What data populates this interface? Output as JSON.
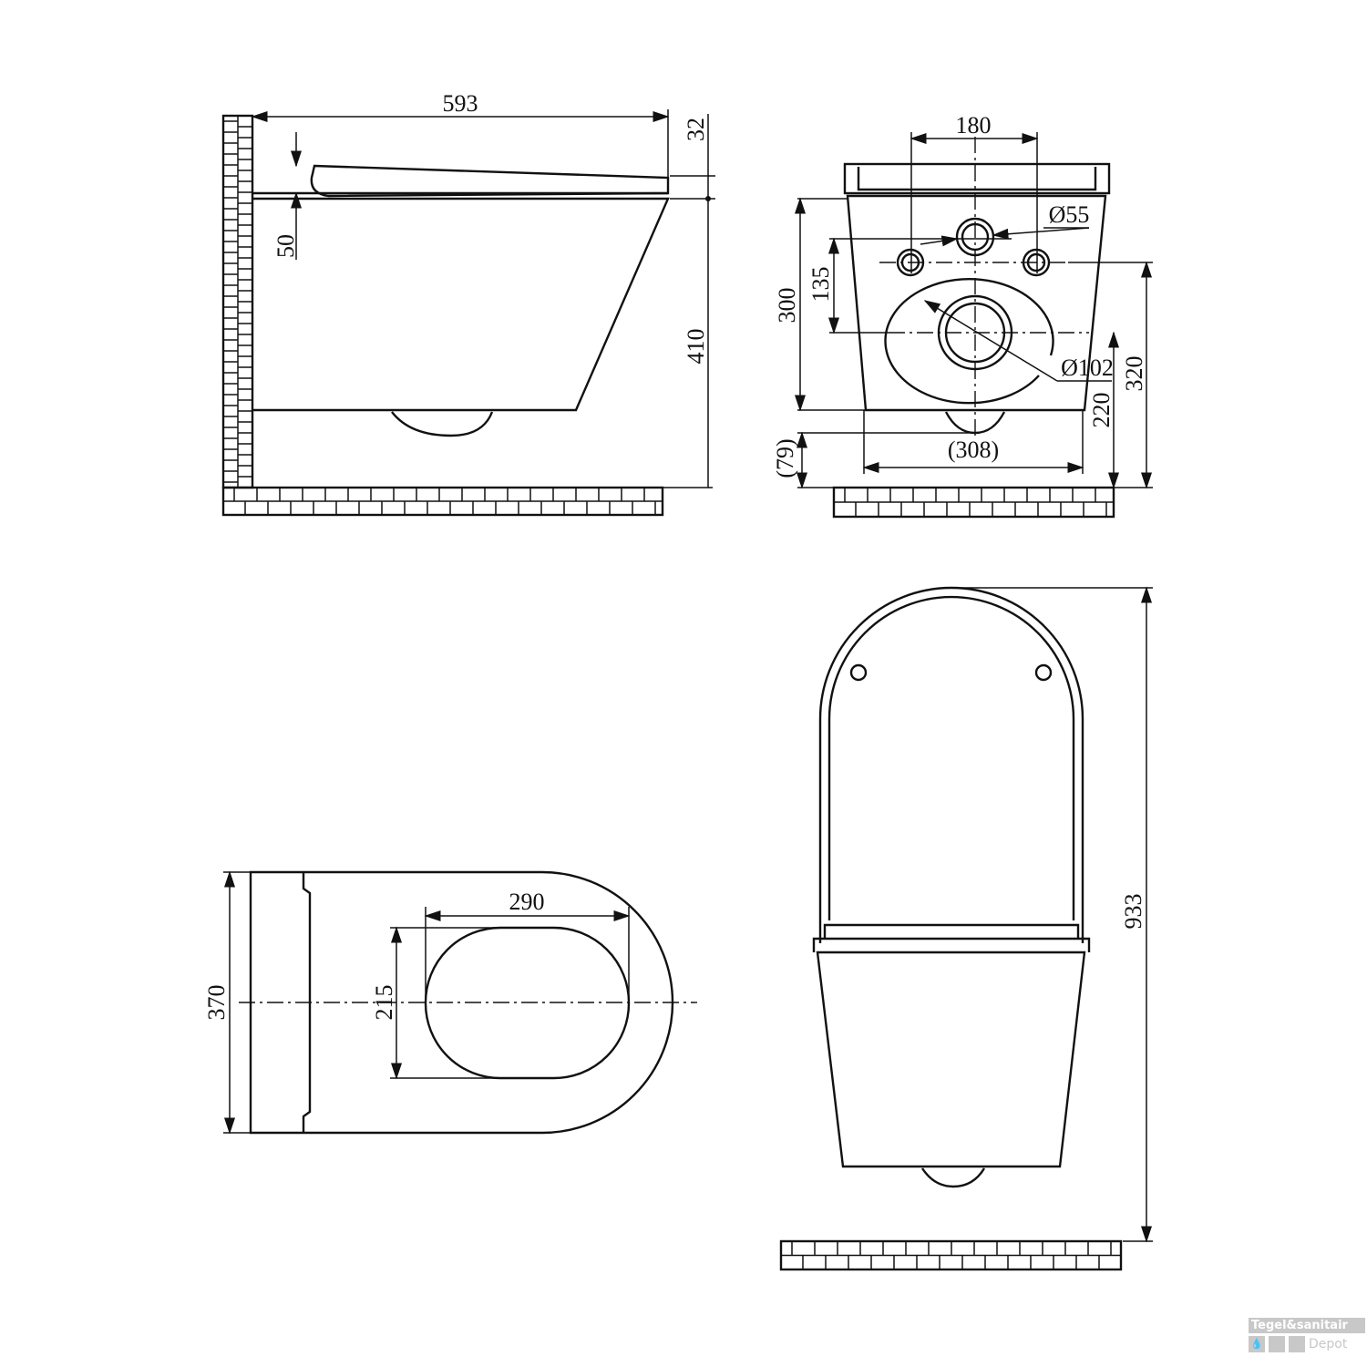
{
  "side_view": {
    "dims": {
      "length": "593",
      "seat_thickness": "32",
      "lid_gap": "50",
      "height": "410"
    }
  },
  "front_view": {
    "dims": {
      "inlet_spacing": "180",
      "inlet_diameter": "Ø55",
      "body_height": "300",
      "inlet_offset": "135",
      "outlet_diameter": "Ø102",
      "inlet_height": "320",
      "outlet_height": "220",
      "clearance": "(79)",
      "width": "(308)"
    }
  },
  "top_view": {
    "dims": {
      "opening_length": "290",
      "opening_width": "215",
      "width": "370"
    }
  },
  "open_view": {
    "dims": {
      "total_height": "933"
    }
  },
  "watermark": {
    "brand_top": "Tegel&sanitair",
    "brand_bottom": "Depot"
  },
  "colors": {
    "line": "#111111",
    "watermark": "#c8c8c8"
  }
}
